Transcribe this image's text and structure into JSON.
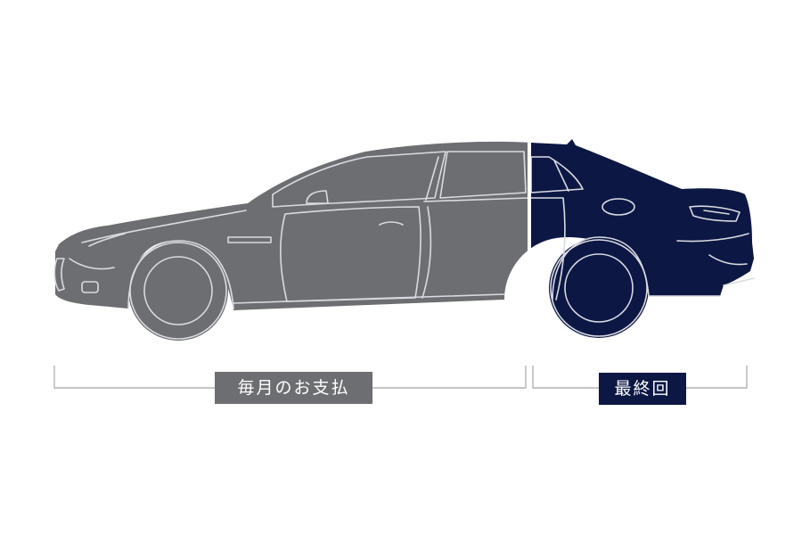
{
  "colors": {
    "monthly_gray": "#6d6e72",
    "final_navy": "#0c1744",
    "car_line": "#d9dbe2",
    "bracket_line": "#b4b4b4",
    "background": "#ffffff"
  },
  "labels": {
    "monthly": "毎月のお支払",
    "final": "最終回"
  },
  "icons": {
    "car": "sedan-side-view"
  }
}
